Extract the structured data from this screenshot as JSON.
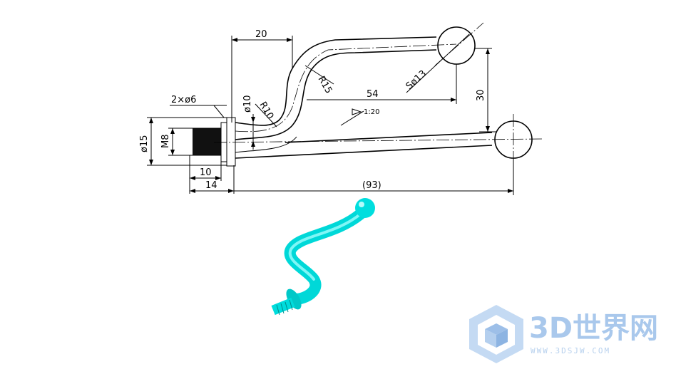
{
  "drawing": {
    "dimensions": {
      "d20": "20",
      "d2x6": "2×ø6",
      "dR15": "R15",
      "dSphere": "Sø13",
      "d54": "54",
      "d30": "30",
      "dR10": "R10",
      "dPhi10": "ø10",
      "dTaper": "1:20",
      "dPhi15": "ø15",
      "dM8": "M8",
      "d10": "10",
      "d14": "14",
      "d93": "(93)"
    }
  },
  "render3d": {
    "color": "#00e5e5"
  },
  "watermark": {
    "brand": "3D世界网",
    "url": "WWW.3DSJW.COM",
    "color": "#a9c8ec"
  }
}
